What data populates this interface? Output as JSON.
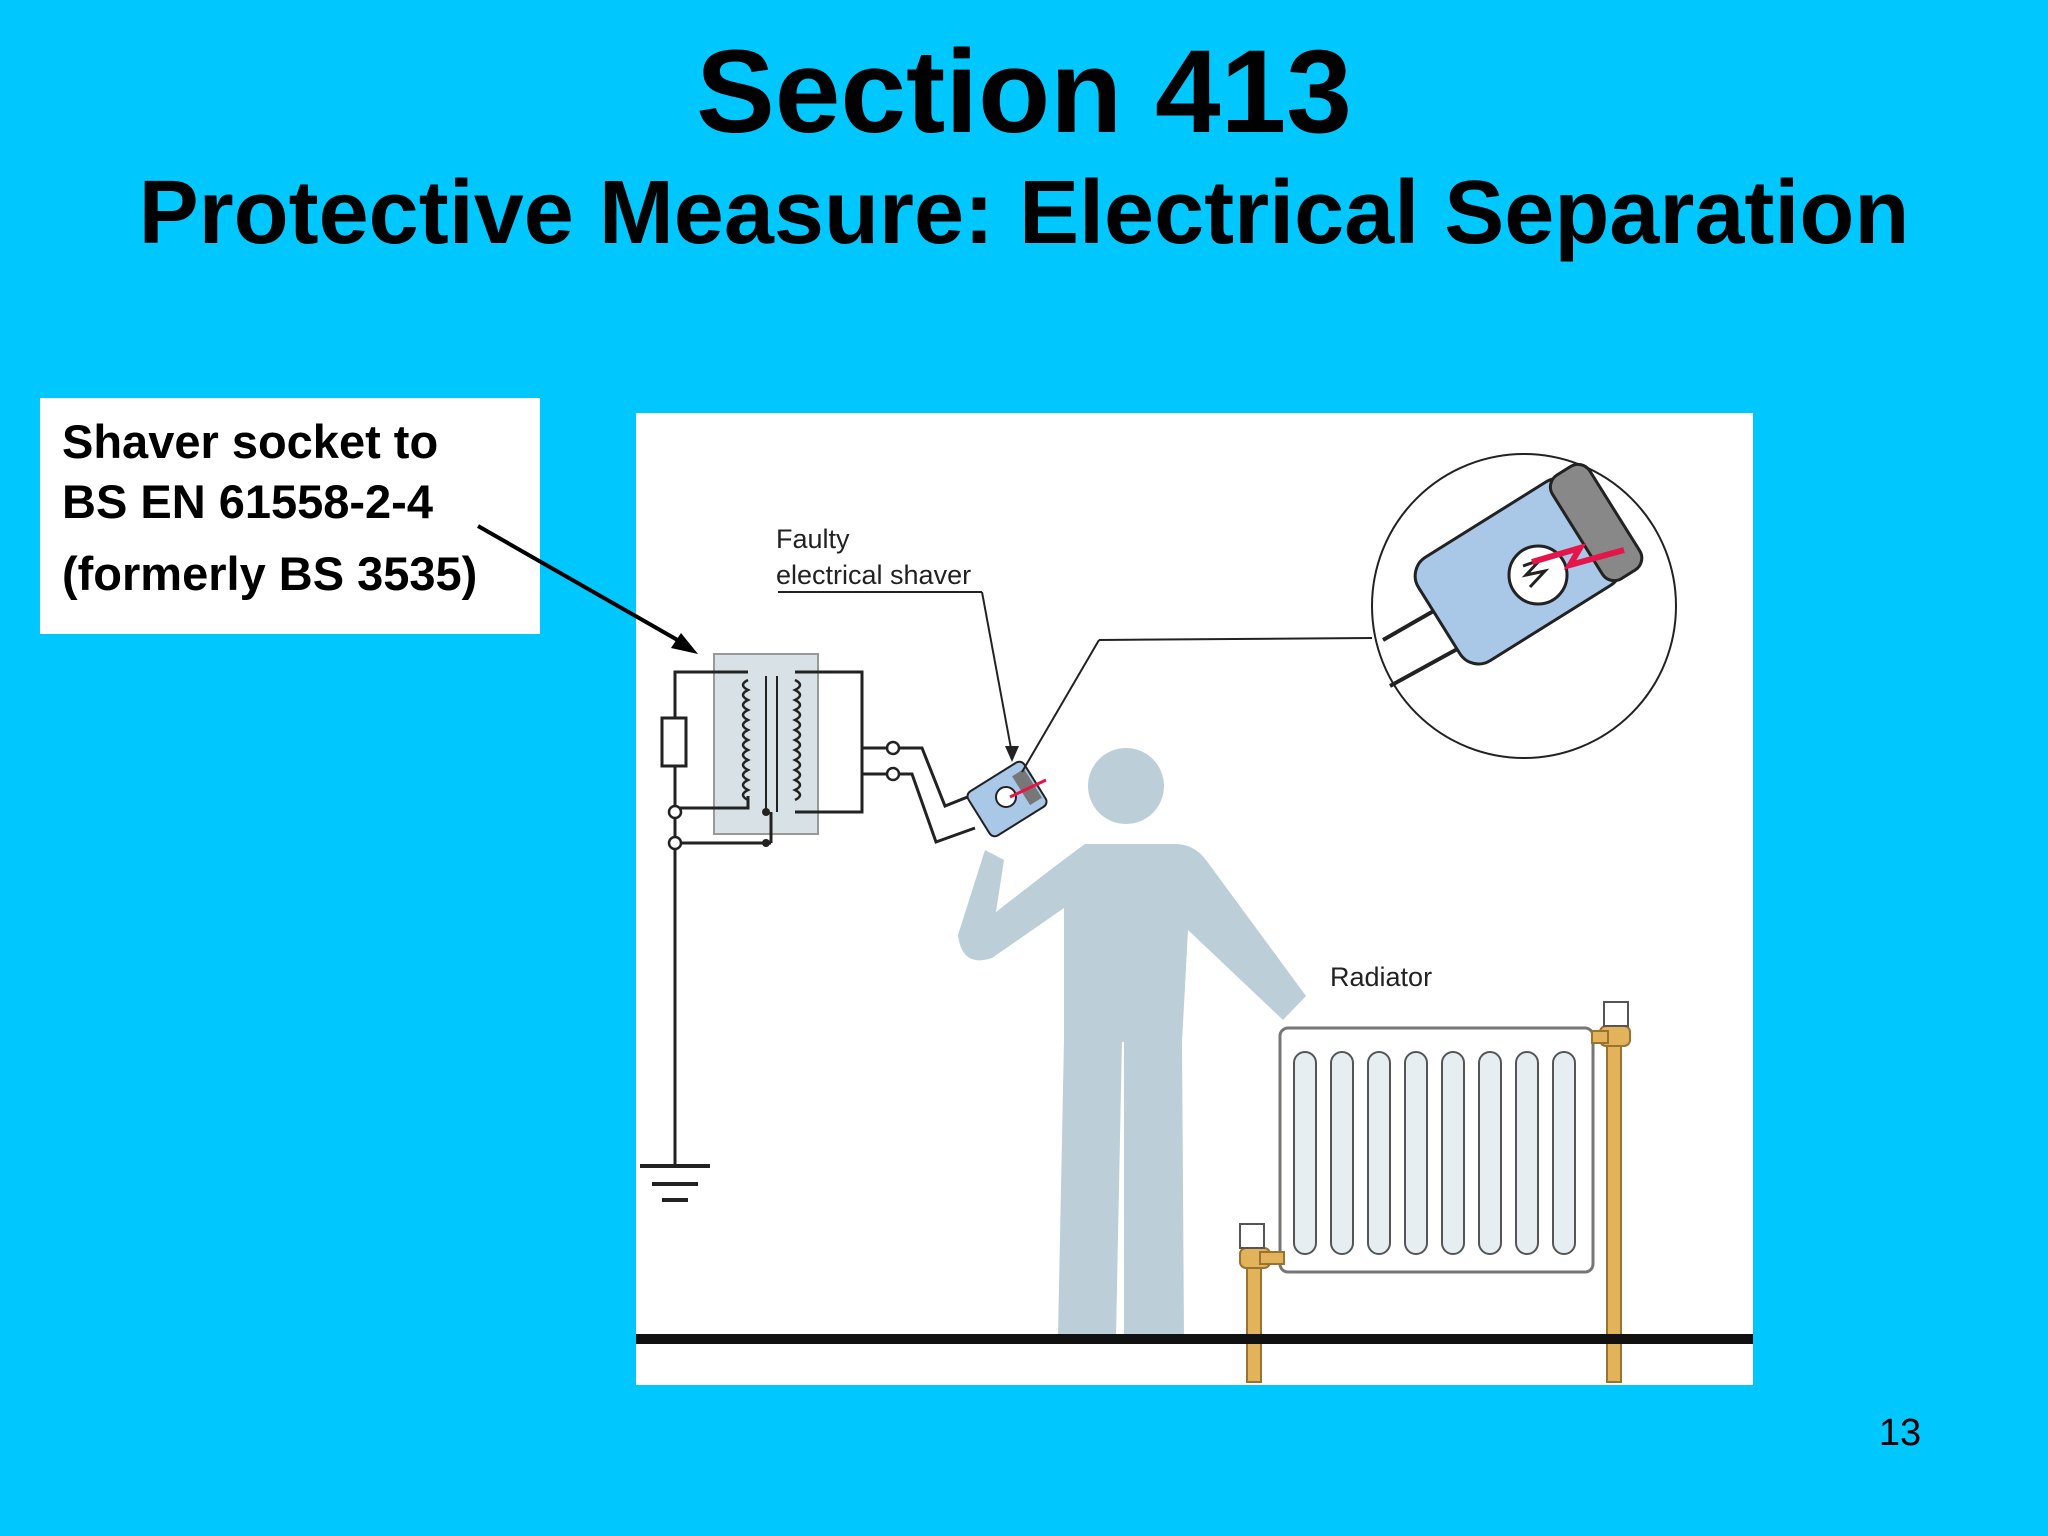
{
  "slide": {
    "title": "Section 413",
    "subtitle": "Protective Measure: Electrical Separation",
    "page_number": "13"
  },
  "callout": {
    "line1": "Shaver socket to",
    "line2": "BS EN 61558-2-4",
    "line3": "(formerly BS 3535)"
  },
  "diagram": {
    "label_faulty_line1": "Faulty",
    "label_faulty_line2": "electrical shaver",
    "label_radiator": "Radiator"
  },
  "colors": {
    "background": "#00c8ff",
    "figure": "#bccfd8",
    "shaver_body": "#a9c7e6",
    "fault_spark": "#e3154b",
    "pipe": "#e2b35a",
    "transformer_fill": "#d8e1e5"
  },
  "icons": {
    "earth": "earth-ground-symbol",
    "person": "person-silhouette",
    "radiator": "radiator-icon",
    "shaver": "electric-shaver-icon",
    "transformer": "isolating-transformer-symbol"
  }
}
